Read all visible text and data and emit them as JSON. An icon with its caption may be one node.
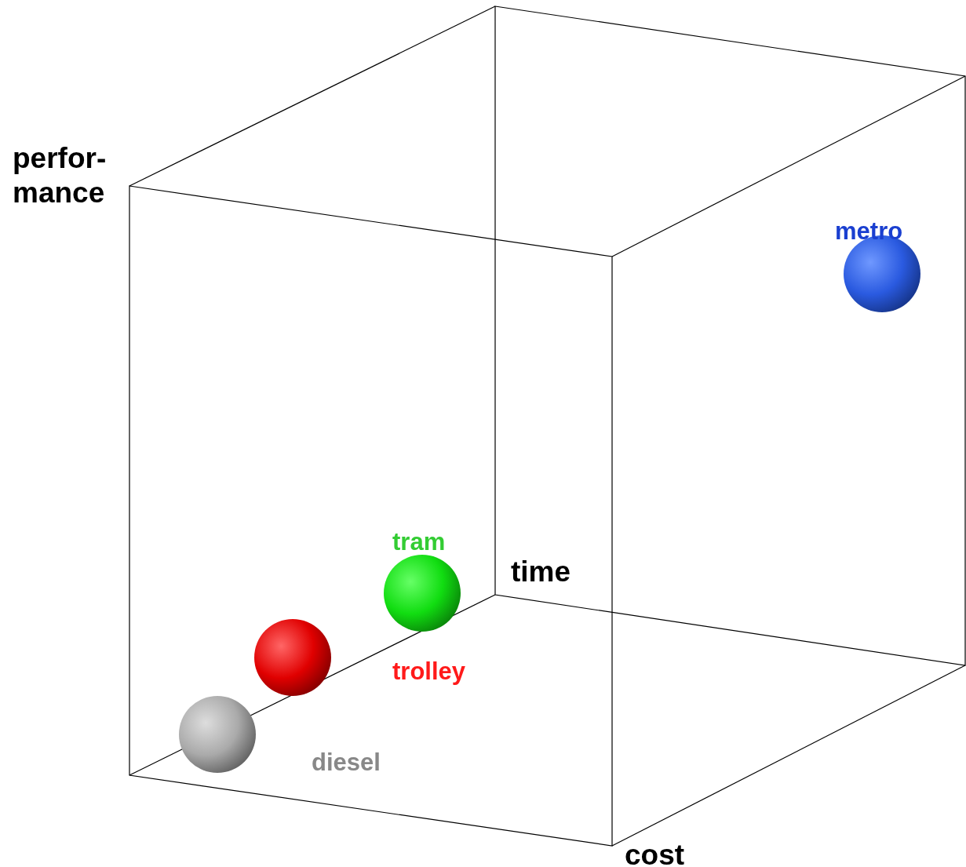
{
  "diagram": {
    "nodes": [
      {
        "text": [
          "metro"
        ]
      },
      {
        "text": [
          "tram"
        ]
      },
      {
        "text": [
          "trolley"
        ]
      },
      {
        "text": [
          "diesel"
        ]
      }
    ],
    "labels": [
      "perfor-mance",
      "time",
      "cost"
    ]
  }
}
